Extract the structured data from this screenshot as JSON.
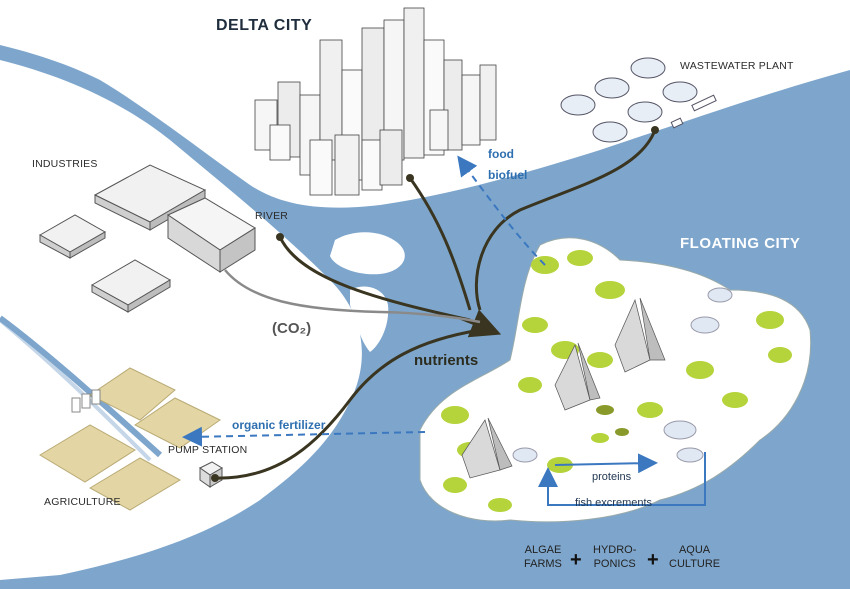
{
  "labels": {
    "delta_city": "DELTA CITY",
    "wastewater_plant": "WASTEWATER PLANT",
    "industries": "INDUSTRIES",
    "river": "RIVER",
    "co2": "(CO₂)",
    "nutrients": "nutrients",
    "floating_city": "FLOATING CITY",
    "food": "food",
    "biofuel": "biofuel",
    "organic_fertilizer": "organic fertilizer",
    "pump_station": "PUMP STATION",
    "agriculture": "AGRICULTURE",
    "proteins": "proteins",
    "fish_excrements": "fish excrements"
  },
  "legend": {
    "algae_line1": "ALGAE",
    "algae_line2": "FARMS",
    "plus": "+",
    "hydro_line1": "HYDRO-",
    "hydro_line2": "PONICS",
    "aqua_line1": "AQUA",
    "aqua_line2": "CULTURE"
  },
  "colors": {
    "water": "#7ea6cc",
    "land": "#ffffff",
    "flow_dark": "#3a3520",
    "flow_blue": "#3b78c0",
    "algae_green": "#b5d33a",
    "field": "#e3d6a4"
  }
}
